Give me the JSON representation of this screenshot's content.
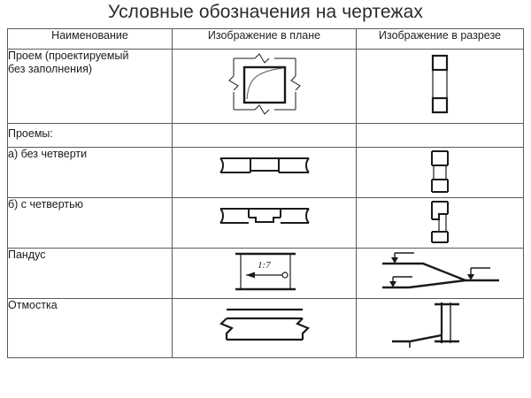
{
  "page": {
    "title": "Условные обозначения на чертежах",
    "background_color": "#ffffff",
    "border_color": "#5a5a5a",
    "ink_color": "#1a1a1a"
  },
  "table": {
    "columns": [
      {
        "key": "name",
        "label": "Наименование"
      },
      {
        "key": "plan",
        "label": "Изображение в плане"
      },
      {
        "key": "section",
        "label": "Изображение в разрезе"
      }
    ],
    "rows": [
      {
        "id": "row-opening-unfilled",
        "name": "Проем (проектируемый\nбез заполнения)",
        "name_lines": [
          "Проем (проектируемый",
          "без заполнения)"
        ],
        "plan_figure": "opening-square-with-break-marks",
        "section_figure": "vertical-opening-with-end-caps",
        "height": 84
      },
      {
        "id": "row-openings-heading",
        "name": "Проемы:",
        "name_lines": [
          "Проемы:"
        ],
        "plan_figure": "none",
        "section_figure": "none",
        "height": 27
      },
      {
        "id": "row-opening-no-quarter",
        "name": "а) без четверти",
        "name_lines": [
          "а) без четверти"
        ],
        "plan_figure": "wall-band-opening-plain",
        "section_figure": "wall-section-opening-plain",
        "height": 57
      },
      {
        "id": "row-opening-with-quarter",
        "name": "б) с четвертью",
        "name_lines": [
          "б) с четвертью"
        ],
        "plan_figure": "wall-band-opening-rebate",
        "section_figure": "wall-section-opening-rebate",
        "height": 57
      },
      {
        "id": "row-ramp",
        "name": "Пандус",
        "name_lines": [
          "Пандус"
        ],
        "plan_figure": "ramp-plan-with-slope-label",
        "section_figure": "ramp-section-with-level-marks",
        "height": 57
      },
      {
        "id": "row-blind-area",
        "name": "Отмостка",
        "name_lines": [
          "Отмостка"
        ],
        "plan_figure": "blind-area-plan-band",
        "section_figure": "blind-area-section-at-wall",
        "height": 67
      }
    ]
  },
  "annotations": {
    "ramp_slope_label": "1:7"
  }
}
